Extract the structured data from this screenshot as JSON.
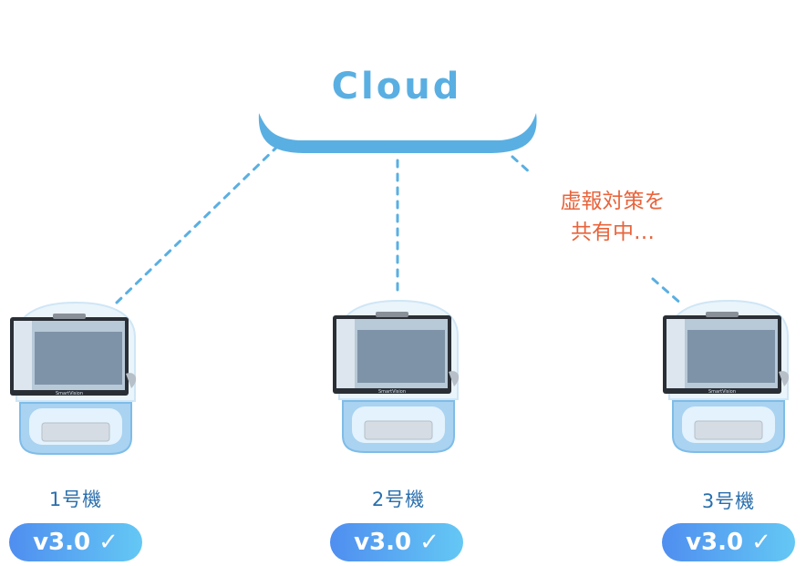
{
  "hub": {
    "label": "Cloud"
  },
  "status_note": {
    "line1": "虚報対策を",
    "line2": "共有中…"
  },
  "devices": [
    {
      "label": "1号機",
      "version": "v3.0",
      "check": "✓"
    },
    {
      "label": "2号機",
      "version": "v3.0",
      "check": "✓"
    },
    {
      "label": "3号機",
      "version": "v3.0",
      "check": "✓"
    }
  ],
  "device_brand": "SmartVision",
  "colors": {
    "cloud": "#5aafe2",
    "link": "#5aafe2",
    "note": "#e8643c",
    "unit_label": "#2a6fad",
    "pill_start": "#4f8ef0",
    "pill_end": "#64c8f4"
  }
}
